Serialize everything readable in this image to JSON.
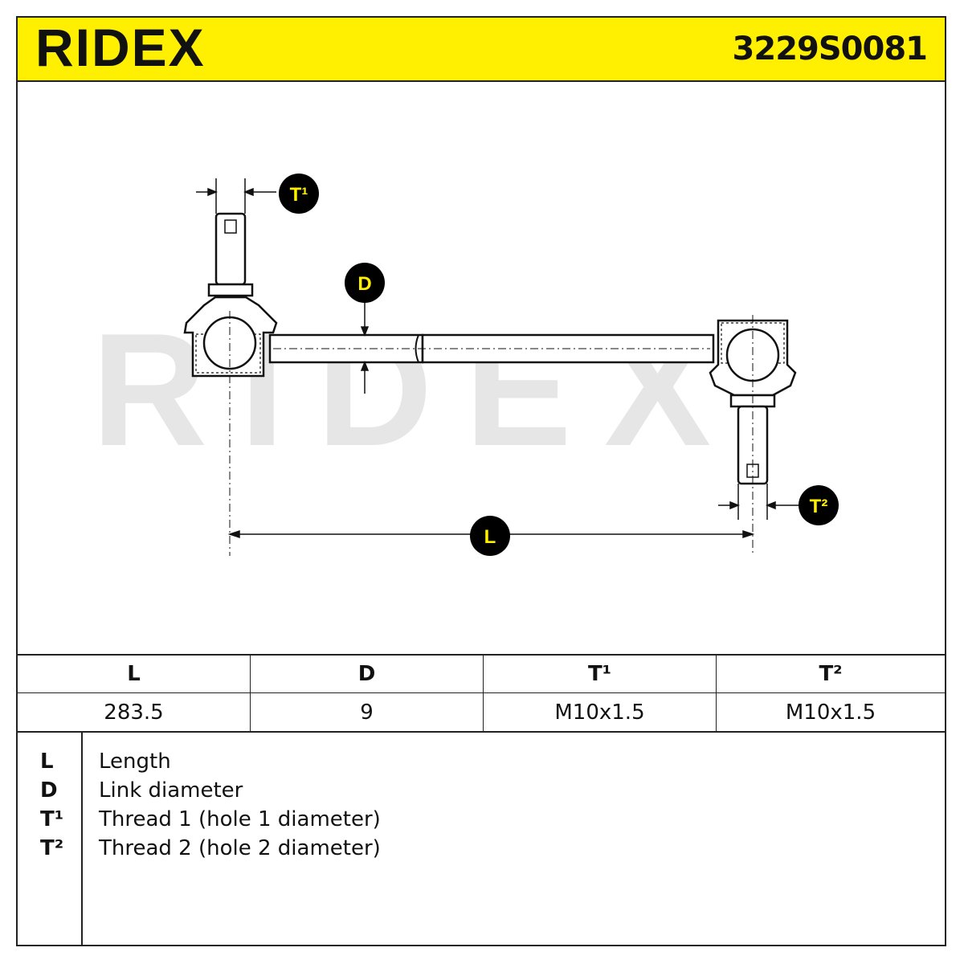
{
  "header": {
    "brand": "RIDEX",
    "part_number": "3229S0081"
  },
  "diagram": {
    "watermark": "RIDEX",
    "callouts": {
      "t1": "T¹",
      "t2": "T²",
      "d": "D",
      "l": "L"
    }
  },
  "specs": {
    "headers": [
      "L",
      "D",
      "T¹",
      "T²"
    ],
    "values": [
      "283.5",
      "9",
      "M10x1.5",
      "M10x1.5"
    ]
  },
  "legend": [
    {
      "code": "L",
      "text": "Length"
    },
    {
      "code": "D",
      "text": "Link diameter"
    },
    {
      "code": "T¹",
      "text": "Thread 1 (hole 1 diameter)"
    },
    {
      "code": "T²",
      "text": "Thread 2 (hole 2 diameter)"
    }
  ],
  "colors": {
    "header_bg": "#ffef00",
    "callout_bg": "#000000",
    "callout_text": "#ffef00",
    "watermark": "#e6e6e6"
  }
}
